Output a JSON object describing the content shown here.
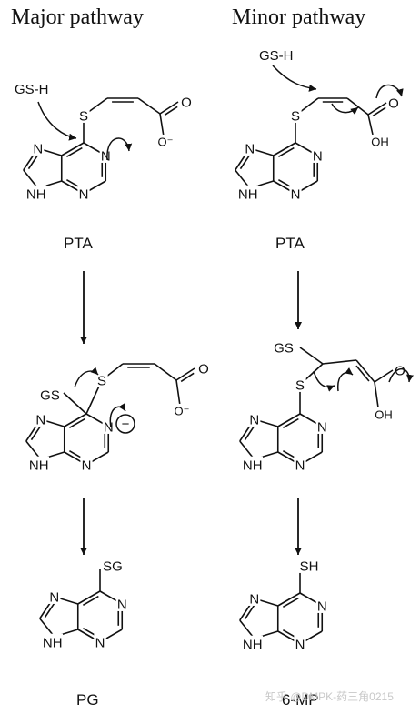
{
  "headings": {
    "major": "Major pathway",
    "minor": "Minor pathway"
  },
  "reagents": {
    "gsh": "GS-H"
  },
  "atoms": {
    "N": "N",
    "NH": "NH",
    "S": "S",
    "O": "O",
    "O_minus": "O⁻",
    "OH": "OH",
    "GS": "GS",
    "SG": "SG",
    "SH": "SH",
    "N_anion": "N",
    "minus": "−"
  },
  "compounds": {
    "pta": "PTA",
    "pg": "PG",
    "mp": "6-MP"
  },
  "watermark": "知乎 @DMPK-药三角0215"
}
